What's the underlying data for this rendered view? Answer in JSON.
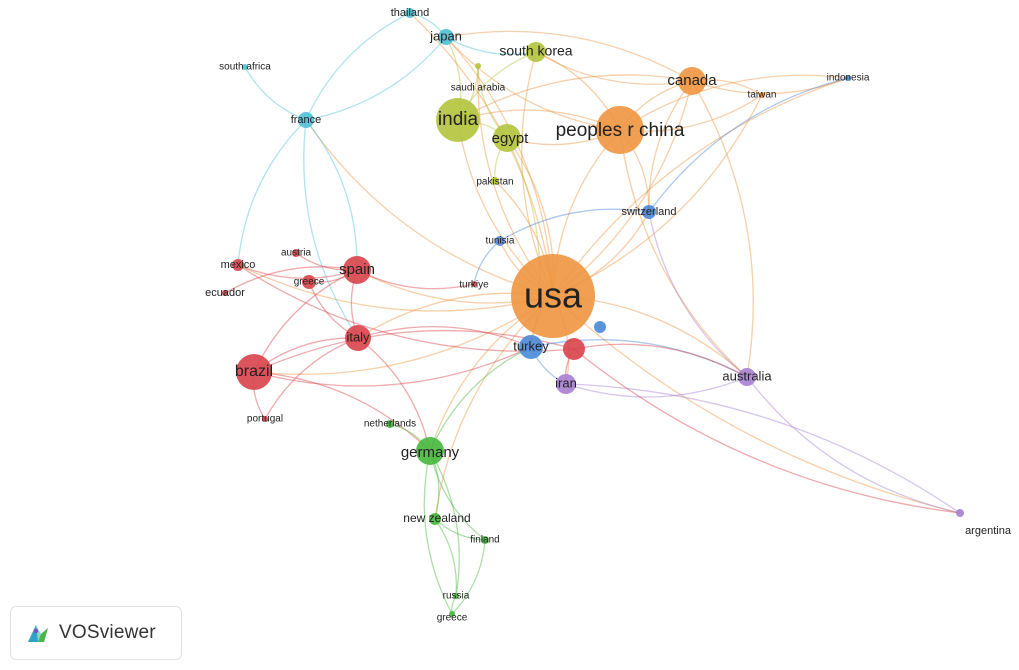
{
  "clusters": {
    "red": "#d9434a",
    "green": "#46b83c",
    "blue": "#4a88d8",
    "yellow": "#b3c43c",
    "purple": "#a77fd2",
    "cyan": "#4fc0d6",
    "orange": "#ee9540"
  },
  "nodes": [
    {
      "id": "usa",
      "label": "usa",
      "cluster": "orange",
      "weight": 100
    },
    {
      "id": "peoples_r_china",
      "label": "peoples r china",
      "cluster": "orange",
      "weight": 36
    },
    {
      "id": "canada",
      "label": "canada",
      "cluster": "orange",
      "weight": 12
    },
    {
      "id": "taiwan",
      "label": "taiwan",
      "cluster": "orange",
      "weight": 1
    },
    {
      "id": "indonesia",
      "label": "indonesia",
      "cluster": "blue",
      "weight": 1
    },
    {
      "id": "india",
      "label": "india",
      "cluster": "yellow",
      "weight": 26
    },
    {
      "id": "egypt",
      "label": "egypt",
      "cluster": "yellow",
      "weight": 16
    },
    {
      "id": "south_korea",
      "label": "south korea",
      "cluster": "yellow",
      "weight": 8
    },
    {
      "id": "saudi_arabia",
      "label": "saudi arabia",
      "cluster": "yellow",
      "weight": 1
    },
    {
      "id": "pakistan",
      "label": "pakistan",
      "cluster": "yellow",
      "weight": 2
    },
    {
      "id": "japan",
      "label": "japan",
      "cluster": "cyan",
      "weight": 6
    },
    {
      "id": "thailand",
      "label": "thailand",
      "cluster": "cyan",
      "weight": 1
    },
    {
      "id": "south_africa",
      "label": "south africa",
      "cluster": "cyan",
      "weight": 1
    },
    {
      "id": "france",
      "label": "france",
      "cluster": "cyan",
      "weight": 6
    },
    {
      "id": "switzerland",
      "label": "switzerland",
      "cluster": "blue",
      "weight": 4
    },
    {
      "id": "tunisia",
      "label": "tunisia",
      "cluster": "blue",
      "weight": 2
    },
    {
      "id": "turkey",
      "label": "turkey",
      "cluster": "blue",
      "weight": 10
    },
    {
      "id": "mexico",
      "label": "mexico",
      "cluster": "red",
      "weight": 3
    },
    {
      "id": "austria",
      "label": "austria",
      "cluster": "red",
      "weight": 2
    },
    {
      "id": "ecuador",
      "label": "ecuador",
      "cluster": "red",
      "weight": 1
    },
    {
      "id": "greece_top",
      "label": "greece",
      "cluster": "red",
      "weight": 4
    },
    {
      "id": "spain",
      "label": "spain",
      "cluster": "red",
      "weight": 14
    },
    {
      "id": "turkiye",
      "label": "turkiye",
      "cluster": "red",
      "weight": 1
    },
    {
      "id": "italy",
      "label": "italy",
      "cluster": "red",
      "weight": 12
    },
    {
      "id": "brazil",
      "label": "brazil",
      "cluster": "red",
      "weight": 20
    },
    {
      "id": "portugal",
      "label": "portugal",
      "cluster": "red",
      "weight": 1
    },
    {
      "id": "red_hub",
      "label": "",
      "cluster": "red",
      "weight": 10
    },
    {
      "id": "blue_small",
      "label": "",
      "cluster": "blue",
      "weight": 2
    },
    {
      "id": "iran",
      "label": "iran",
      "cluster": "purple",
      "weight": 8
    },
    {
      "id": "australia",
      "label": "australia",
      "cluster": "purple",
      "weight": 6
    },
    {
      "id": "argentina",
      "label": "argentina",
      "cluster": "purple",
      "weight": 1
    },
    {
      "id": "netherlands",
      "label": "netherlands",
      "cluster": "green",
      "weight": 1
    },
    {
      "id": "germany",
      "label": "germany",
      "cluster": "green",
      "weight": 12
    },
    {
      "id": "new_zealand",
      "label": "new zealand",
      "cluster": "green",
      "weight": 2
    },
    {
      "id": "finland",
      "label": "finland",
      "cluster": "green",
      "weight": 1
    },
    {
      "id": "russia",
      "label": "russia",
      "cluster": "green",
      "weight": 1
    },
    {
      "id": "greece",
      "label": "greece",
      "cluster": "green",
      "weight": 1
    }
  ],
  "links": [
    [
      "usa",
      "peoples_r_china"
    ],
    [
      "usa",
      "canada"
    ],
    [
      "usa",
      "india"
    ],
    [
      "usa",
      "egypt"
    ],
    [
      "usa",
      "south_korea"
    ],
    [
      "usa",
      "japan"
    ],
    [
      "usa",
      "france"
    ],
    [
      "usa",
      "switzerland"
    ],
    [
      "usa",
      "spain"
    ],
    [
      "usa",
      "italy"
    ],
    [
      "usa",
      "brazil"
    ],
    [
      "usa",
      "germany"
    ],
    [
      "usa",
      "australia"
    ],
    [
      "usa",
      "argentina"
    ],
    [
      "usa",
      "iran"
    ],
    [
      "usa",
      "turkey"
    ],
    [
      "usa",
      "mexico"
    ],
    [
      "usa",
      "new_zealand"
    ],
    [
      "usa",
      "tunisia"
    ],
    [
      "usa",
      "pakistan"
    ],
    [
      "usa",
      "saudi_arabia"
    ],
    [
      "usa",
      "taiwan"
    ],
    [
      "usa",
      "indonesia"
    ],
    [
      "usa",
      "thailand"
    ],
    [
      "peoples_r_china",
      "canada"
    ],
    [
      "peoples_r_china",
      "india"
    ],
    [
      "peoples_r_china",
      "egypt"
    ],
    [
      "peoples_r_china",
      "south_korea"
    ],
    [
      "peoples_r_china",
      "switzerland"
    ],
    [
      "peoples_r_china",
      "australia"
    ],
    [
      "peoples_r_china",
      "japan"
    ],
    [
      "peoples_r_china",
      "taiwan"
    ],
    [
      "peoples_r_china",
      "indonesia"
    ],
    [
      "canada",
      "indonesia"
    ],
    [
      "canada",
      "taiwan"
    ],
    [
      "canada",
      "switzerland"
    ],
    [
      "canada",
      "australia"
    ],
    [
      "canada",
      "india"
    ],
    [
      "canada",
      "south_korea"
    ],
    [
      "canada",
      "japan"
    ],
    [
      "india",
      "egypt"
    ],
    [
      "india",
      "saudi_arabia"
    ],
    [
      "india",
      "south_korea"
    ],
    [
      "india",
      "japan"
    ],
    [
      "egypt",
      "saudi_arabia"
    ],
    [
      "egypt",
      "pakistan"
    ],
    [
      "egypt",
      "turkey"
    ],
    [
      "japan",
      "thailand"
    ],
    [
      "japan",
      "france"
    ],
    [
      "japan",
      "south_korea"
    ],
    [
      "france",
      "south_africa"
    ],
    [
      "france",
      "mexico"
    ],
    [
      "france",
      "spain"
    ],
    [
      "france",
      "italy"
    ],
    [
      "france",
      "thailand"
    ],
    [
      "spain",
      "italy"
    ],
    [
      "spain",
      "mexico"
    ],
    [
      "spain",
      "brazil"
    ],
    [
      "spain",
      "austria"
    ],
    [
      "spain",
      "ecuador"
    ],
    [
      "spain",
      "greece_top"
    ],
    [
      "italy",
      "brazil"
    ],
    [
      "italy",
      "germany"
    ],
    [
      "italy",
      "portugal"
    ],
    [
      "italy",
      "turkey"
    ],
    [
      "brazil",
      "portugal"
    ],
    [
      "brazil",
      "germany"
    ],
    [
      "brazil",
      "turkey"
    ],
    [
      "brazil",
      "red_hub"
    ],
    [
      "germany",
      "netherlands"
    ],
    [
      "germany",
      "new_zealand"
    ],
    [
      "germany",
      "finland"
    ],
    [
      "germany",
      "russia"
    ],
    [
      "germany",
      "greece"
    ],
    [
      "germany",
      "turkey"
    ],
    [
      "new_zealand",
      "finland"
    ],
    [
      "new_zealand",
      "russia"
    ],
    [
      "russia",
      "greece"
    ],
    [
      "finland",
      "greece"
    ],
    [
      "turkey",
      "iran"
    ],
    [
      "turkey",
      "australia"
    ],
    [
      "iran",
      "australia"
    ],
    [
      "iran",
      "argentina"
    ],
    [
      "australia",
      "argentina"
    ],
    [
      "australia",
      "switzerland"
    ],
    [
      "switzerland",
      "tunisia"
    ],
    [
      "switzerland",
      "indonesia"
    ],
    [
      "red_hub",
      "iran"
    ],
    [
      "red_hub",
      "mexico"
    ],
    [
      "red_hub",
      "argentina"
    ],
    [
      "red_hub",
      "australia"
    ],
    [
      "tunisia",
      "turkiye"
    ],
    [
      "turkiye",
      "spain"
    ],
    [
      "greece_top",
      "italy"
    ]
  ],
  "logo": {
    "text": "VOSviewer"
  }
}
